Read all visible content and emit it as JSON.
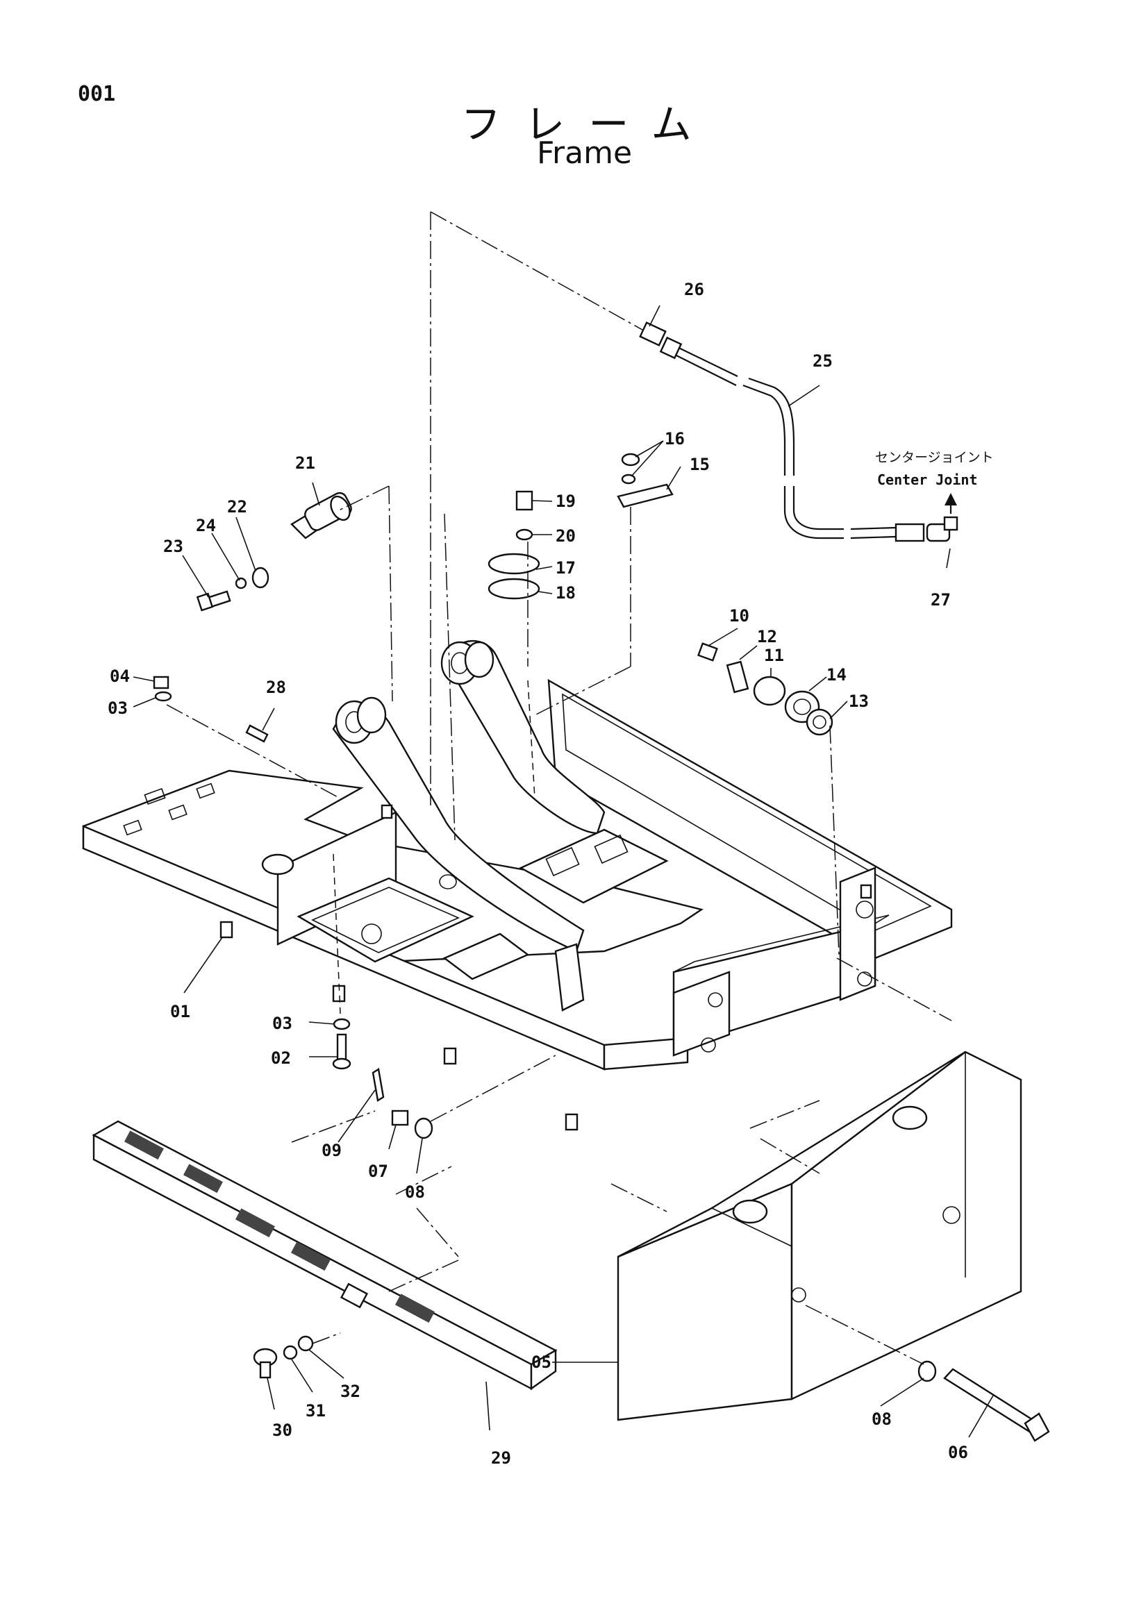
{
  "page_number": "001",
  "title_jp": "フレーム",
  "title_en": "Frame",
  "callout": {
    "jp": "センタージョイント",
    "en": "Center Joint"
  },
  "parts": [
    {
      "id": "p01",
      "label": "01"
    },
    {
      "id": "p02",
      "label": "02"
    },
    {
      "id": "p03a",
      "label": "03"
    },
    {
      "id": "p03b",
      "label": "03"
    },
    {
      "id": "p04",
      "label": "04"
    },
    {
      "id": "p05",
      "label": "05"
    },
    {
      "id": "p06",
      "label": "06"
    },
    {
      "id": "p07",
      "label": "07"
    },
    {
      "id": "p08a",
      "label": "08"
    },
    {
      "id": "p08b",
      "label": "08"
    },
    {
      "id": "p09",
      "label": "09"
    },
    {
      "id": "p10",
      "label": "10"
    },
    {
      "id": "p11",
      "label": "11"
    },
    {
      "id": "p12",
      "label": "12"
    },
    {
      "id": "p13",
      "label": "13"
    },
    {
      "id": "p14",
      "label": "14"
    },
    {
      "id": "p15",
      "label": "15"
    },
    {
      "id": "p16",
      "label": "16"
    },
    {
      "id": "p17",
      "label": "17"
    },
    {
      "id": "p18",
      "label": "18"
    },
    {
      "id": "p19",
      "label": "19"
    },
    {
      "id": "p20",
      "label": "20"
    },
    {
      "id": "p21",
      "label": "21"
    },
    {
      "id": "p22",
      "label": "22"
    },
    {
      "id": "p23",
      "label": "23"
    },
    {
      "id": "p24",
      "label": "24"
    },
    {
      "id": "p25",
      "label": "25"
    },
    {
      "id": "p26",
      "label": "26"
    },
    {
      "id": "p27",
      "label": "27"
    },
    {
      "id": "p28",
      "label": "28"
    },
    {
      "id": "p29",
      "label": "29"
    },
    {
      "id": "p30",
      "label": "30"
    },
    {
      "id": "p31",
      "label": "31"
    },
    {
      "id": "p32",
      "label": "32"
    }
  ]
}
